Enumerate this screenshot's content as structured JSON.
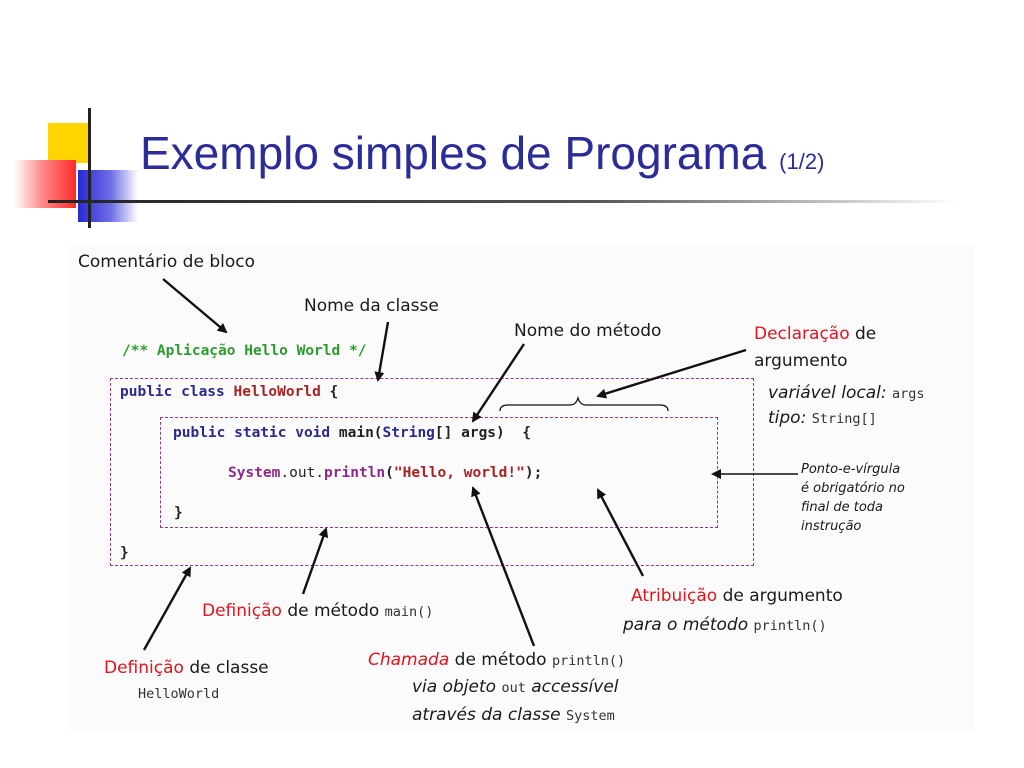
{
  "slide": {
    "title": "Exemplo simples de Programa",
    "title_suffix": "(1/2)"
  },
  "code": {
    "comment": "/** Aplicação Hello World */",
    "line1_kw": "public class",
    "line1_name": "HelloWorld",
    "line1_brace": "{",
    "line2_kw": "public static void",
    "line2_main": "main",
    "line2_args_open": "(",
    "line2_type": "String",
    "line2_rest": "[] args)",
    "line2_brace": "{",
    "line3_system": "System",
    "line3_out": ".out.",
    "line3_println": "println",
    "line3_paren": "(",
    "line3_string": "\"Hello, world!\"",
    "line3_end": ");",
    "inner_close": "}",
    "outer_close": "}"
  },
  "annotations": {
    "block_comment": "Comentário de bloco",
    "class_name": "Nome da classe",
    "method_name": "Nome do método",
    "arg_decl_red": "Declaração",
    "arg_decl_rest": "de",
    "arg_decl_line2": "argumento",
    "local_var_label": "variável local:",
    "local_var_code": "args",
    "type_label": "tipo:",
    "type_code": "String[]",
    "semicolon_lines": [
      "Ponto-e-vírgula",
      "é obrigatório no",
      "final de toda",
      "instrução"
    ],
    "method_def_red": "Definição",
    "method_def_rest": "de método",
    "method_def_code": "main()",
    "arg_assign_red": "Atribuição",
    "arg_assign_rest": "de argumento",
    "arg_assign_line2": "para o método",
    "arg_assign_code": "println()",
    "class_def_red": "Definição",
    "class_def_rest": "de classe",
    "class_def_code": "HelloWorld",
    "call_red": "Chamada",
    "call_rest": "de método",
    "call_code": "println()",
    "call_line2_a": "via objeto",
    "call_line2_code": "out",
    "call_line2_b": "accessível",
    "call_line3": "através da classe",
    "call_line3_code": "System"
  }
}
